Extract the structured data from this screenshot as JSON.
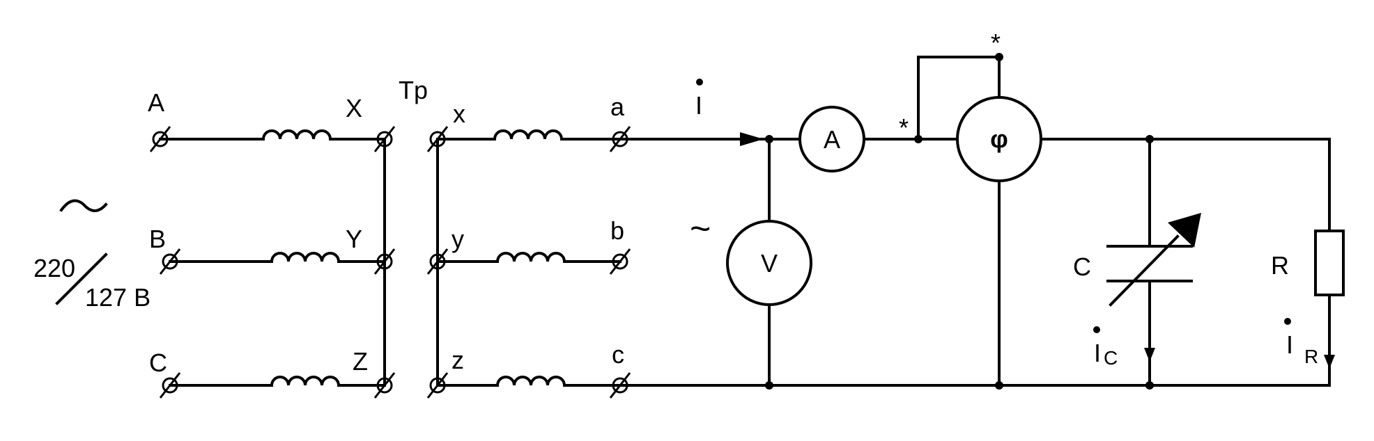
{
  "source": {
    "symbol": "~",
    "voltage_top": "220",
    "voltage_bottom": "127 B"
  },
  "phases": {
    "primary_inputs": [
      "A",
      "B",
      "C"
    ],
    "primary_ends": [
      "X",
      "Y",
      "Z"
    ],
    "secondary_starts": [
      "x",
      "y",
      "z"
    ],
    "secondary_outputs": [
      "a",
      "b",
      "c"
    ]
  },
  "transformer_label": "Tp",
  "current_labels": {
    "main": "I",
    "capacitor": "I",
    "capacitor_sub": "C",
    "resistor": "I",
    "resistor_sub": "R"
  },
  "meters": {
    "ammeter": "A",
    "voltmeter": "V",
    "phase_meter": "φ",
    "voltmeter_ac_symbol": "~"
  },
  "components": {
    "capacitor": "C",
    "resistor": "R"
  },
  "polarity_marks": [
    "*",
    "*"
  ]
}
